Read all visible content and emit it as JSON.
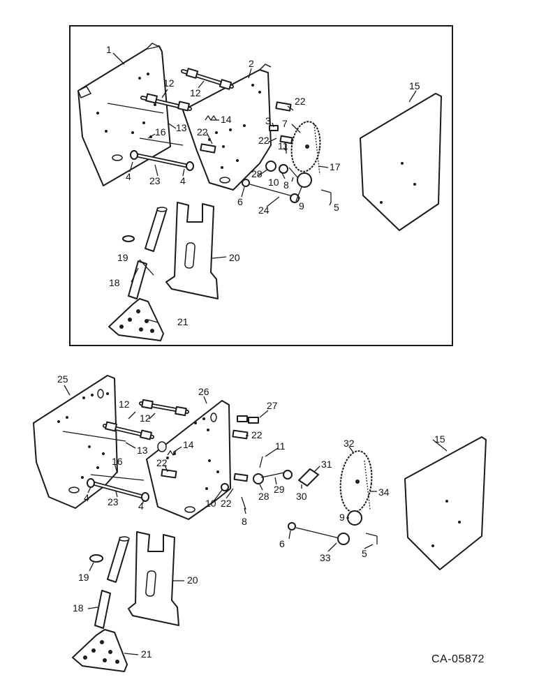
{
  "callouts_top": [
    "1",
    "2",
    "12",
    "12",
    "22",
    "15",
    "14",
    "13",
    "16",
    "22",
    "3",
    "22",
    "7",
    "11",
    "17",
    "28",
    "10",
    "8",
    "4",
    "23",
    "4",
    "6",
    "24",
    "9",
    "5",
    "19",
    "20",
    "18",
    "21"
  ],
  "callouts_bottom": [
    "25",
    "26",
    "12",
    "12",
    "27",
    "22",
    "13",
    "14",
    "11",
    "22",
    "32",
    "15",
    "16",
    "22",
    "29",
    "28",
    "31",
    "30",
    "34",
    "4",
    "23",
    "4",
    "10",
    "8",
    "9",
    "6",
    "5",
    "33",
    "19",
    "20",
    "18",
    "21"
  ],
  "document_id": "CA-05872"
}
